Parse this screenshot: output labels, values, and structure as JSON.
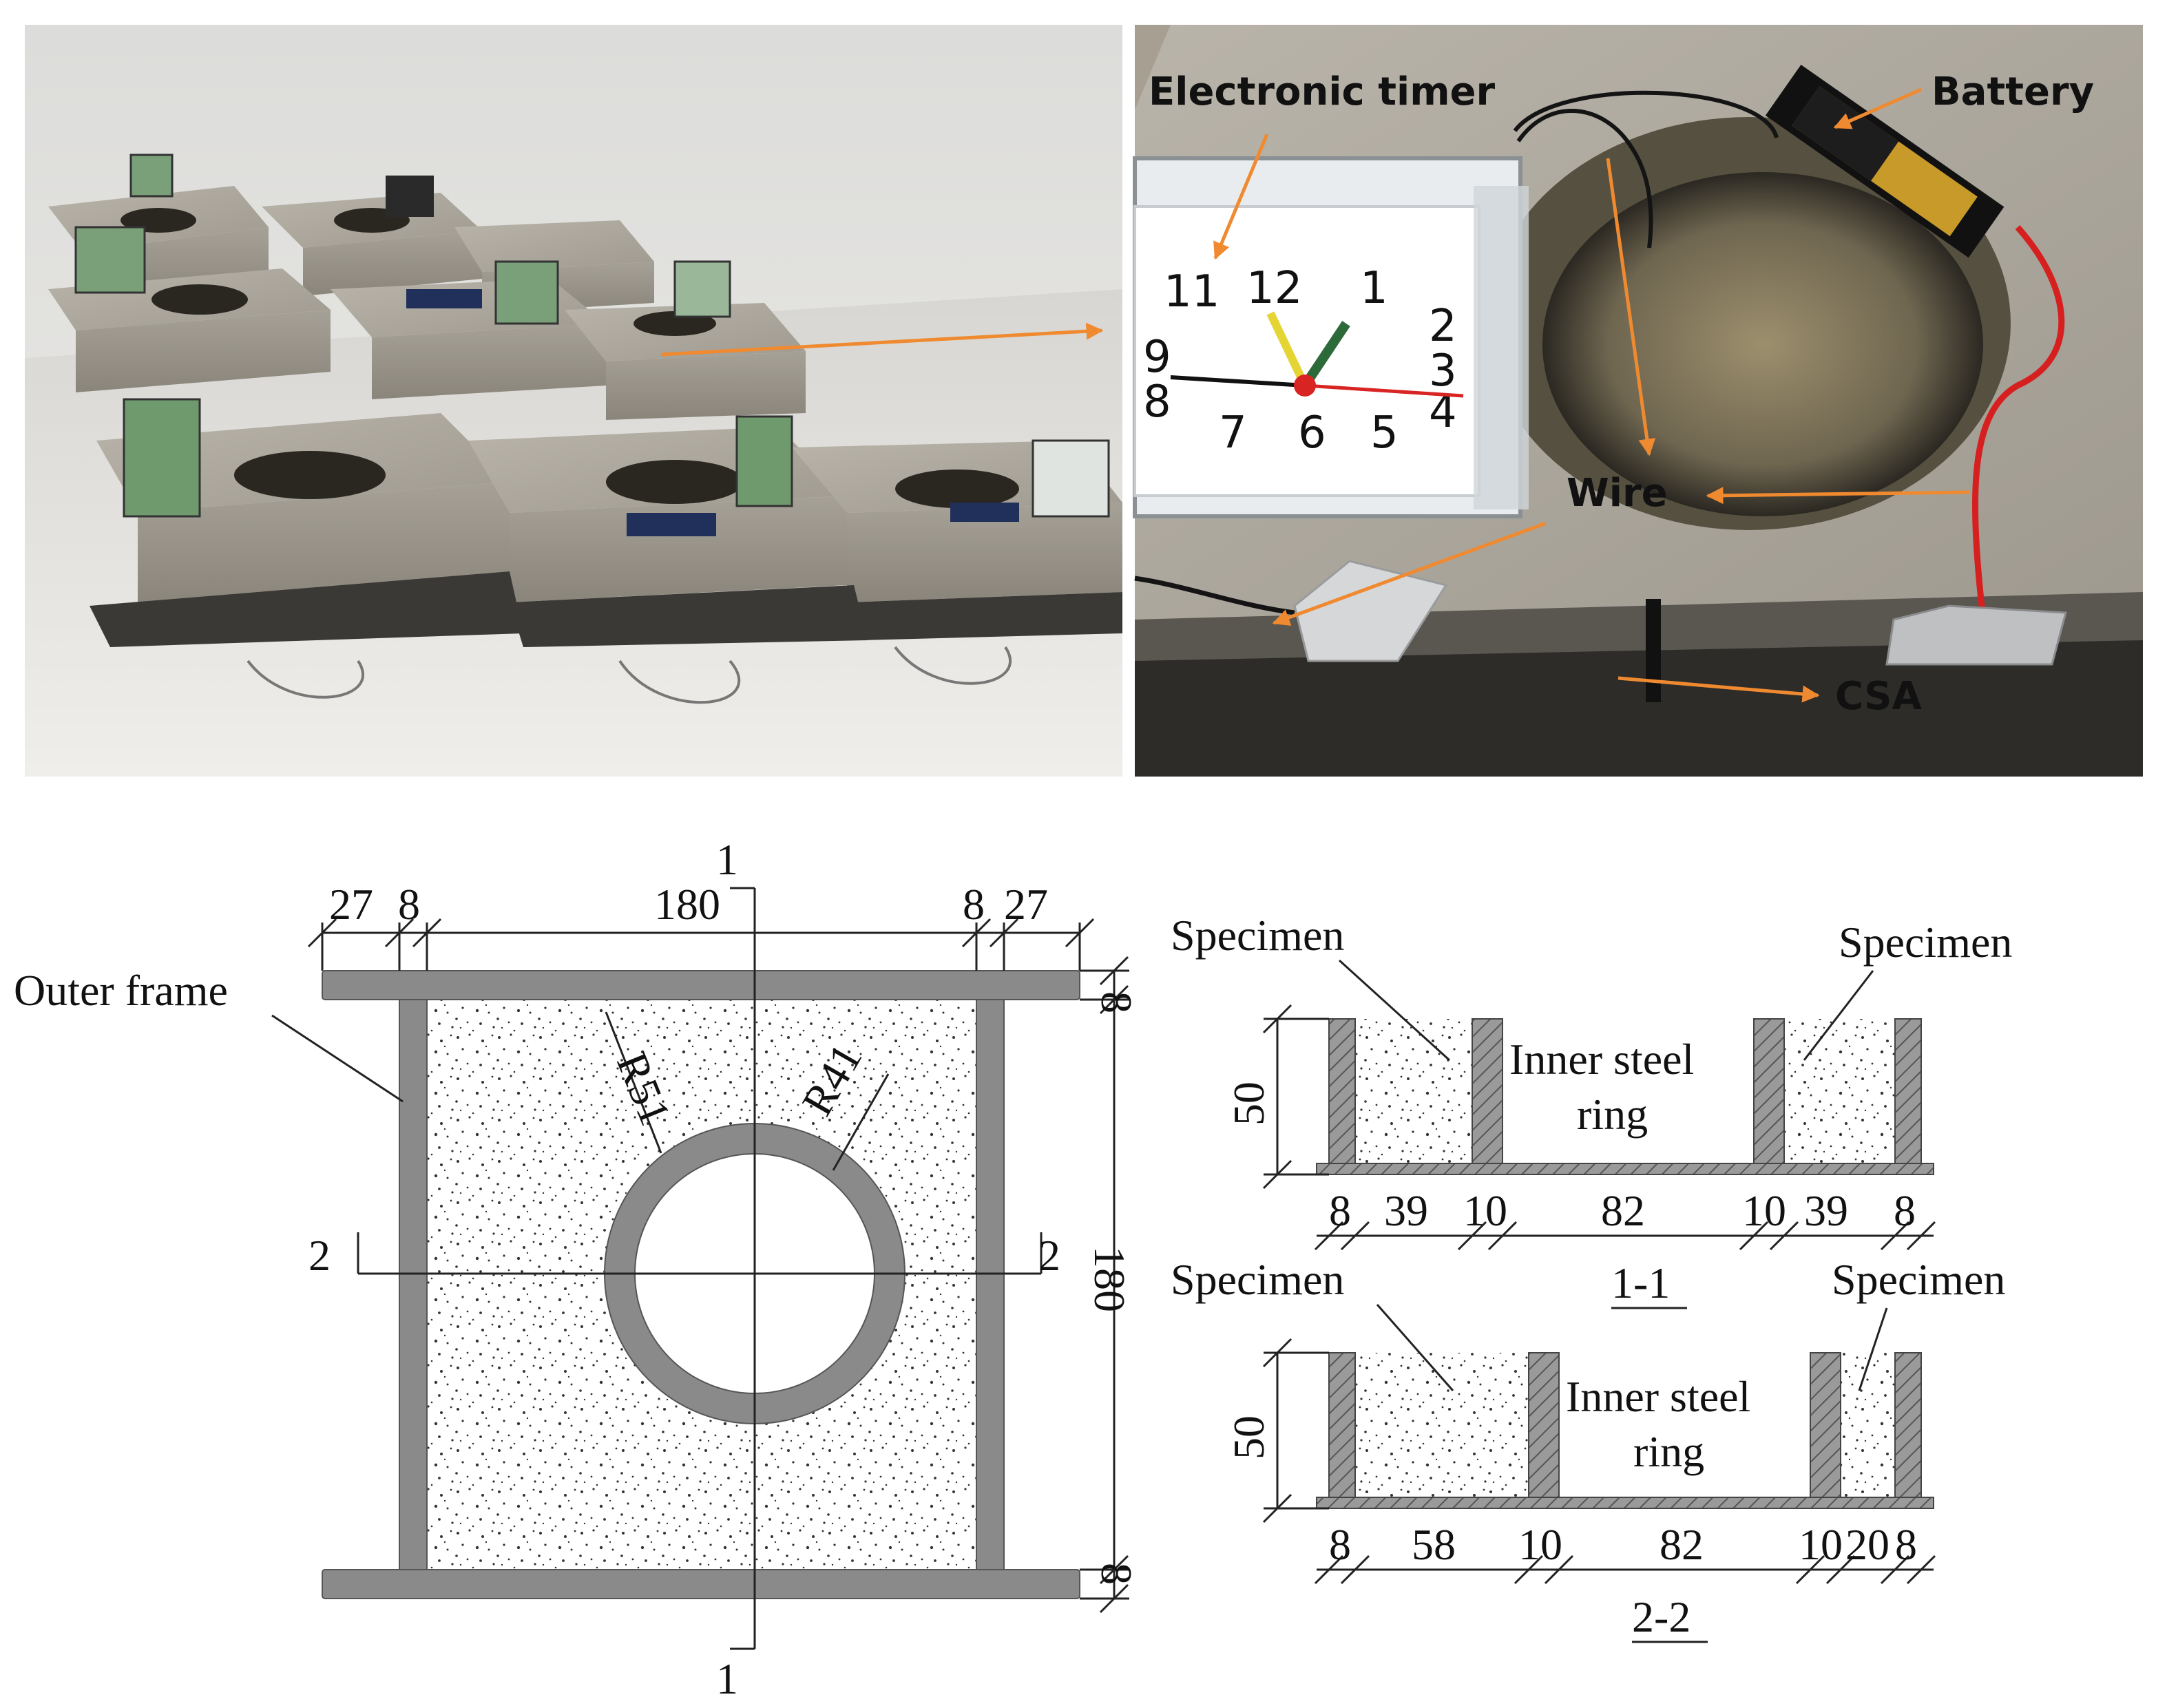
{
  "photo_right": {
    "labels": {
      "timer": "Electronic timer",
      "battery": "Battery",
      "wire": "Wire",
      "csa": "CSA"
    },
    "clock_numbers": [
      "11",
      "12",
      "1",
      "2",
      "3",
      "4",
      "5",
      "6",
      "7",
      "8",
      "9"
    ],
    "accent_color": "#f08a30"
  },
  "plan": {
    "top_dims": [
      "27",
      "8",
      "180",
      "8",
      "27"
    ],
    "right_dim": "180",
    "right_small_dim": "8",
    "section_marks": {
      "one_top": "1",
      "one_bottom": "1",
      "two_left": "2",
      "two_right": "2"
    },
    "outer_frame_label": "Outer frame",
    "radius_outer": "R51",
    "radius_inner": "R41"
  },
  "section_1_1": {
    "specimen_left": "Specimen",
    "specimen_right": "Specimen",
    "ring_line1": "Inner steel",
    "ring_line2": "ring",
    "height_dim": "50",
    "dims": [
      "8",
      "39",
      "10",
      "82",
      "10",
      "39",
      "8"
    ],
    "title": "1-1"
  },
  "section_2_2": {
    "specimen_left": "Specimen",
    "specimen_right": "Specimen",
    "ring_line1": "Inner steel",
    "ring_line2": "ring",
    "height_dim": "50",
    "dims": [
      "8",
      "58",
      "10",
      "82",
      "10",
      "20",
      "8"
    ],
    "title": "2-2"
  }
}
